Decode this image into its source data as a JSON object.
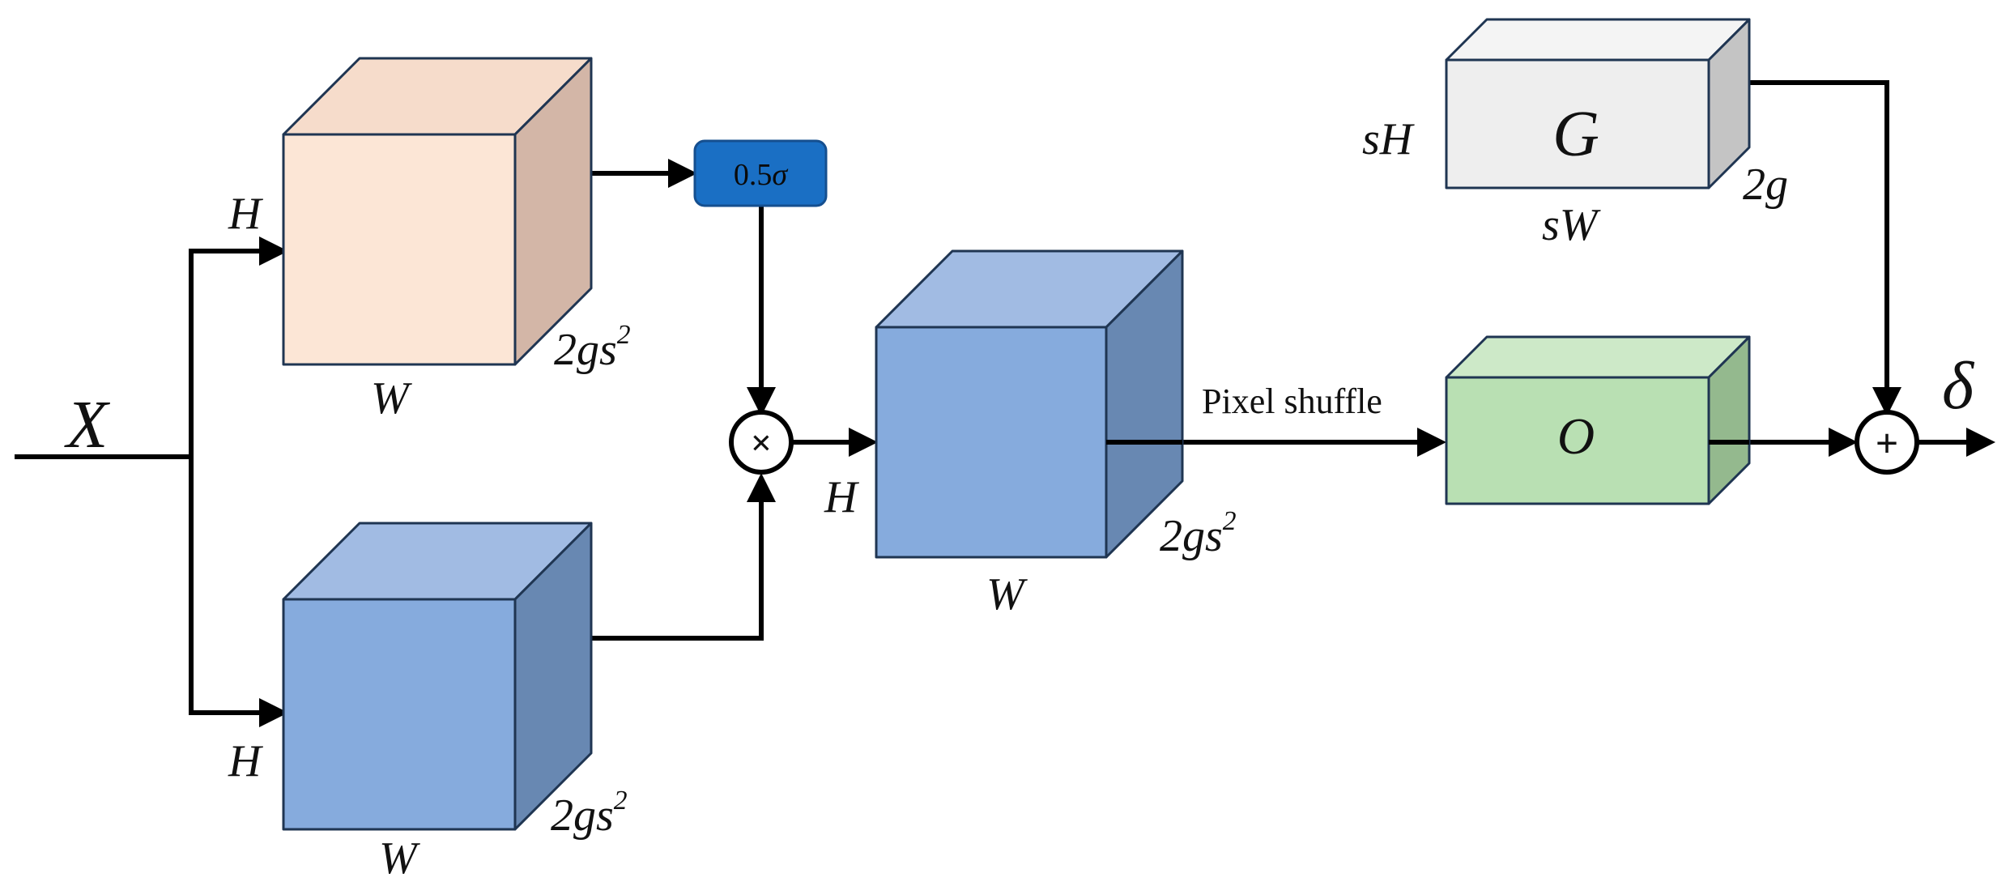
{
  "input": {
    "label": "X"
  },
  "output": {
    "label": "δ"
  },
  "gate_branch": {
    "height_label": "H",
    "width_label": "W",
    "depth_label": "2gs",
    "depth_exp": "2",
    "color": "#fce6d6"
  },
  "value_branch": {
    "height_label": "H",
    "width_label": "W",
    "depth_label": "2gs",
    "depth_exp": "2",
    "color": "#86abdd"
  },
  "activation": {
    "prefix": "0.5",
    "symbol": "σ",
    "color": "#1a6fc4"
  },
  "multiply_op": {
    "symbol": "×"
  },
  "fused_tensor": {
    "height_label": "H",
    "width_label": "W",
    "depth_label": "2gs",
    "depth_exp": "2",
    "color": "#86abdd"
  },
  "pixel_shuffle": {
    "label": "Pixel shuffle"
  },
  "offset_tensor": {
    "label": "O",
    "color": "#b9e0b3"
  },
  "grid_tensor": {
    "label": "G",
    "height_label": "sH",
    "width_label": "sW",
    "depth_label": "2g",
    "color": "#eeeeee"
  },
  "add_op": {
    "symbol": "+"
  }
}
